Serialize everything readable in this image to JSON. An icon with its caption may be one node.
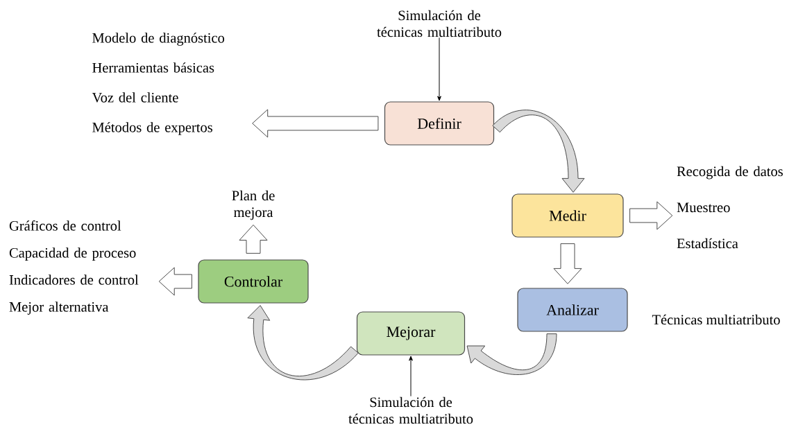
{
  "diagram": {
    "nodes": [
      {
        "text": [
          "Simulación de técnicas multiatributo"
        ]
      },
      {
        "text": [
          "Definir"
        ]
      },
      {
        "text": [
          "Modelo de diagnóstico",
          "Herramientas básicas",
          "Voz del cliente",
          "Métodos de expertos"
        ]
      },
      {
        "text": [
          "Medir"
        ]
      },
      {
        "text": [
          "Recogida de datos",
          "Muestreo",
          "Estadística"
        ]
      },
      {
        "text": [
          "Analizar"
        ]
      },
      {
        "text": [
          "Mejorar"
        ]
      },
      {
        "text": [
          "Simulación de técnicas multiatributo"
        ]
      },
      {
        "text": [
          "Controlar"
        ]
      },
      {
        "text": [
          "Plan de mejora"
        ]
      },
      {
        "text": [
          "Gráficos de control",
          "Capacidad de proceso",
          "Indicadores de control",
          "Mejor alternativa"
        ]
      }
    ],
    "edges": [
      {
        "from": 0,
        "to": 1,
        "arrow": "to",
        "color": "#000000"
      },
      {
        "from": 1,
        "to": 2,
        "arrow": "to",
        "style": "thick"
      },
      {
        "from": 1,
        "to": 3,
        "arrow": "to",
        "style": "thick"
      },
      {
        "from": 3,
        "to": 4,
        "arrow": "to",
        "style": "thick"
      },
      {
        "from": 3,
        "to": 5,
        "arrow": "to",
        "style": "thick"
      },
      {
        "from": 5,
        "to": 6,
        "arrow": "to",
        "style": "thick"
      },
      {
        "from": 7,
        "to": 6,
        "arrow": "to",
        "color": "#000000"
      },
      {
        "from": 6,
        "to": 8,
        "arrow": "to",
        "style": "thick"
      },
      {
        "from": 8,
        "to": 9,
        "arrow": "to",
        "style": "thick"
      },
      {
        "from": 8,
        "to": 10,
        "arrow": "to",
        "style": "thick"
      }
    ],
    "labels": [
      "Técnicas multiatributo"
    ]
  }
}
